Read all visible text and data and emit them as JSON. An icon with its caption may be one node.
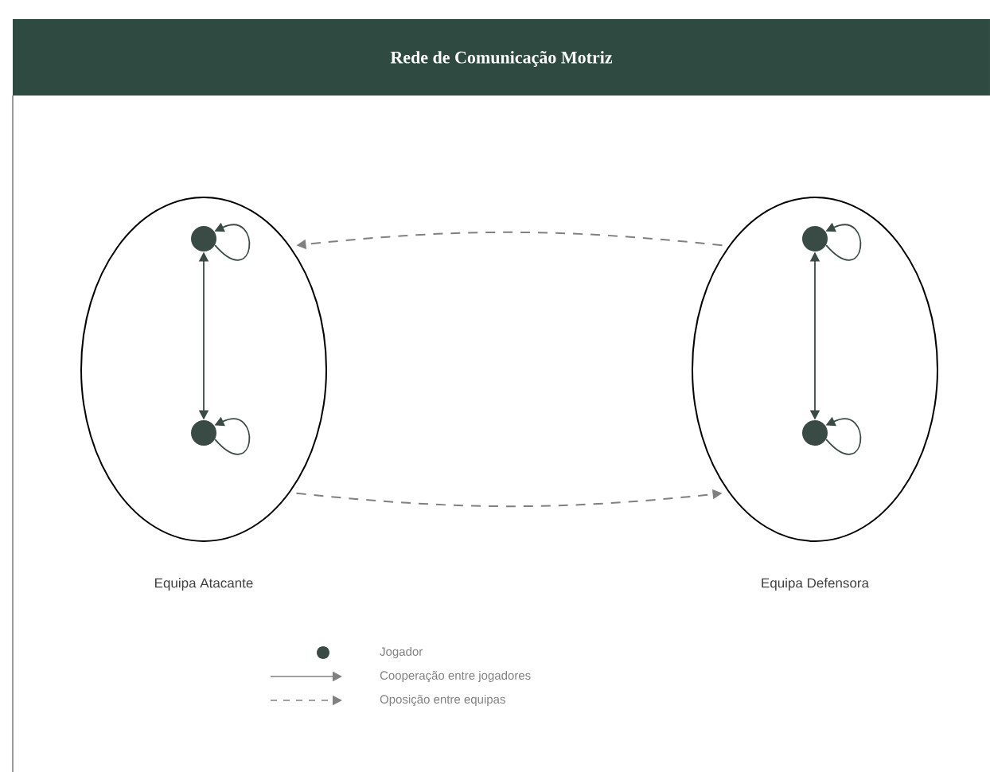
{
  "diagram": {
    "title": "Rede de Comunicação Motriz",
    "nodes": [
      {
        "text": [
          "Equipa Atacante"
        ]
      },
      {
        "text": [],
        "shape": "circle",
        "in": 0
      },
      {
        "text": [],
        "shape": "circle",
        "in": 0
      },
      {
        "text": [
          "Equipa Defensora"
        ]
      },
      {
        "text": [],
        "shape": "circle",
        "in": 3
      },
      {
        "text": [],
        "shape": "circle",
        "in": 3
      }
    ],
    "edges": [
      {
        "from": 1,
        "to": 2,
        "arrow": "both"
      },
      {
        "from": 1,
        "to": 1,
        "arrow": "to"
      },
      {
        "from": 2,
        "to": 2,
        "arrow": "to"
      },
      {
        "from": 4,
        "to": 5,
        "arrow": "both"
      },
      {
        "from": 4,
        "to": 4,
        "arrow": "to"
      },
      {
        "from": 5,
        "to": 5,
        "arrow": "to"
      },
      {
        "from": 3,
        "to": 0,
        "arrow": "to",
        "style": "dashed"
      },
      {
        "from": 0,
        "to": 3,
        "arrow": "to",
        "style": "dashed"
      }
    ],
    "legend": [
      {
        "text": "Jogador"
      },
      {
        "text": "Cooperação entre jogadores"
      },
      {
        "text": "Oposição entre equipas"
      }
    ]
  }
}
